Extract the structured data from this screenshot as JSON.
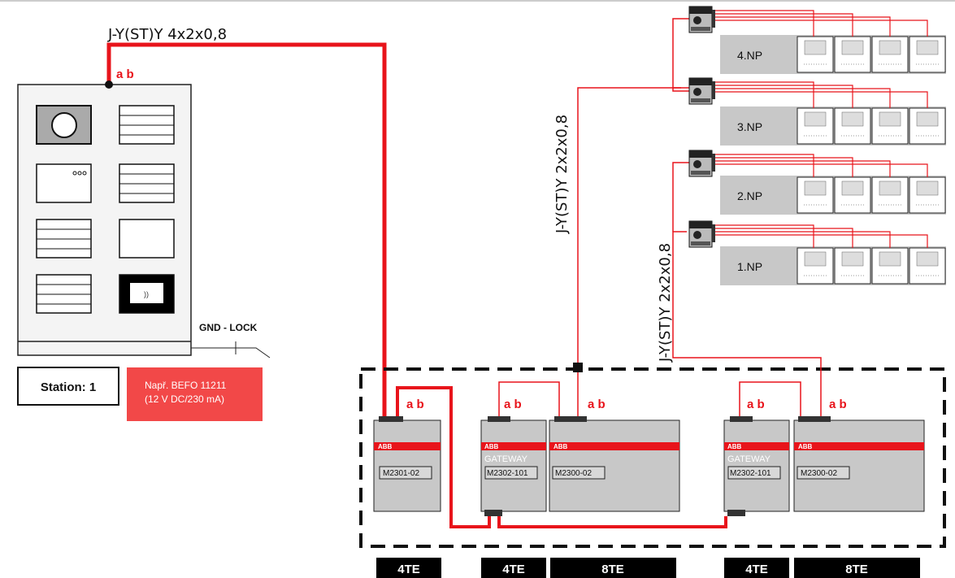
{
  "cable_labels": {
    "main": "J-Y(ST)Y 4x2x0,8",
    "riser_left": "J-Y(ST)Y 2x2x0,8",
    "riser_right": "J-Y(ST)Y 2x2x0,8"
  },
  "terminal_label": "a b",
  "lock_label": "GND - LOCK",
  "station_label": "Station: 1",
  "power_note": {
    "line1": "Např. BEFO 11211",
    "line2": "(12 V DC/230 mA)"
  },
  "modules": {
    "power": {
      "brand": "ABB",
      "model": "M2301-02"
    },
    "gateway1": {
      "brand": "ABB",
      "type": "GATEWAY",
      "model": "M2302-101"
    },
    "psu1": {
      "brand": "ABB",
      "model": "M2300-02"
    },
    "gateway2": {
      "brand": "ABB",
      "type": "GATEWAY",
      "model": "M2302-101"
    },
    "psu2": {
      "brand": "ABB",
      "model": "M2300-02"
    }
  },
  "widths": [
    "4TE",
    "4TE",
    "8TE",
    "4TE",
    "8TE"
  ],
  "floors": [
    "4.NP",
    "3.NP",
    "2.NP",
    "1.NP"
  ],
  "colors": {
    "red": "#e8141b",
    "grey": "#c8c8c8",
    "note_bg": "#f24848"
  }
}
